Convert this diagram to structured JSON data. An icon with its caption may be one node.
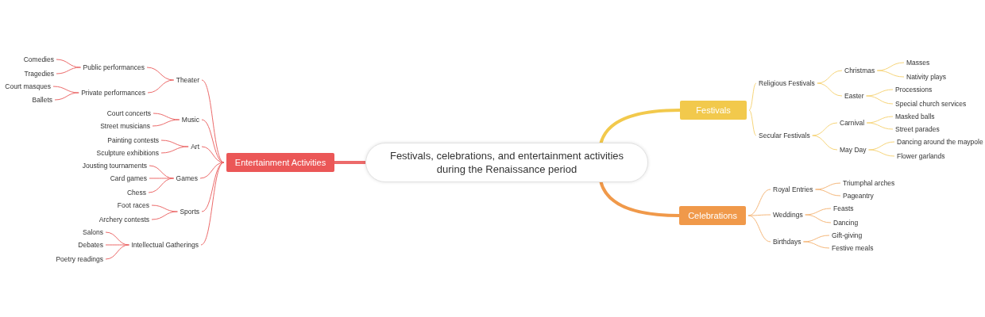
{
  "diagram": {
    "nodes": [
      {
        "text": [
          "Festivals, celebrations, and entertainment activities during the Renaissance period"
        ]
      },
      {
        "text": [
          "Festivals"
        ]
      },
      {
        "text": [
          "Religious Festivals"
        ]
      },
      {
        "text": [
          "Christmas"
        ]
      },
      {
        "text": [
          "Masses"
        ]
      },
      {
        "text": [
          "Nativity plays"
        ]
      },
      {
        "text": [
          "Easter"
        ]
      },
      {
        "text": [
          "Processions"
        ]
      },
      {
        "text": [
          "Special church services"
        ]
      },
      {
        "text": [
          "Secular Festivals"
        ]
      },
      {
        "text": [
          "Carnival"
        ]
      },
      {
        "text": [
          "Masked balls"
        ]
      },
      {
        "text": [
          "Street parades"
        ]
      },
      {
        "text": [
          "May Day"
        ]
      },
      {
        "text": [
          "Dancing around the maypole"
        ]
      },
      {
        "text": [
          "Flower garlands"
        ]
      },
      {
        "text": [
          "Celebrations"
        ]
      },
      {
        "text": [
          "Royal Entries"
        ]
      },
      {
        "text": [
          "Triumphal arches"
        ]
      },
      {
        "text": [
          "Pageantry"
        ]
      },
      {
        "text": [
          "Weddings"
        ]
      },
      {
        "text": [
          "Feasts"
        ]
      },
      {
        "text": [
          "Dancing"
        ]
      },
      {
        "text": [
          "Birthdays"
        ]
      },
      {
        "text": [
          "Gift-giving"
        ]
      },
      {
        "text": [
          "Festive meals"
        ]
      },
      {
        "text": [
          "Entertainment Activities"
        ]
      },
      {
        "text": [
          "Theater"
        ]
      },
      {
        "text": [
          "Public performances"
        ]
      },
      {
        "text": [
          "Comedies"
        ]
      },
      {
        "text": [
          "Tragedies"
        ]
      },
      {
        "text": [
          "Private performances"
        ]
      },
      {
        "text": [
          "Court masques"
        ]
      },
      {
        "text": [
          "Ballets"
        ]
      },
      {
        "text": [
          "Music"
        ]
      },
      {
        "text": [
          "Court concerts"
        ]
      },
      {
        "text": [
          "Street musicians"
        ]
      },
      {
        "text": [
          "Art"
        ]
      },
      {
        "text": [
          "Painting contests"
        ]
      },
      {
        "text": [
          "Sculpture exhibitions"
        ]
      },
      {
        "text": [
          "Games"
        ]
      },
      {
        "text": [
          "Jousting tournaments"
        ]
      },
      {
        "text": [
          "Card games"
        ]
      },
      {
        "text": [
          "Chess"
        ]
      },
      {
        "text": [
          "Sports"
        ]
      },
      {
        "text": [
          "Foot races"
        ]
      },
      {
        "text": [
          "Archery contests"
        ]
      },
      {
        "text": [
          "Intellectual Gatherings"
        ]
      },
      {
        "text": [
          "Salons"
        ]
      },
      {
        "text": [
          "Debates"
        ]
      },
      {
        "text": [
          "Poetry readings"
        ]
      }
    ],
    "edges": [
      {
        "from": 0,
        "to": 1,
        "arrow": "none",
        "style": "thick",
        "color": "#f2c94c"
      },
      {
        "from": 1,
        "to": 2,
        "arrow": "none",
        "color": "#f7d57a"
      },
      {
        "from": 2,
        "to": 3,
        "arrow": "none",
        "color": "#f7d57a"
      },
      {
        "from": 3,
        "to": 4,
        "arrow": "none",
        "color": "#f7d57a"
      },
      {
        "from": 3,
        "to": 5,
        "arrow": "none",
        "color": "#f7d57a"
      },
      {
        "from": 2,
        "to": 6,
        "arrow": "none",
        "color": "#f7d57a"
      },
      {
        "from": 6,
        "to": 7,
        "arrow": "none",
        "color": "#f7d57a"
      },
      {
        "from": 6,
        "to": 8,
        "arrow": "none",
        "color": "#f7d57a"
      },
      {
        "from": 1,
        "to": 9,
        "arrow": "none",
        "color": "#f7d57a"
      },
      {
        "from": 9,
        "to": 10,
        "arrow": "none",
        "color": "#f7d57a"
      },
      {
        "from": 10,
        "to": 11,
        "arrow": "none",
        "color": "#f7d57a"
      },
      {
        "from": 10,
        "to": 12,
        "arrow": "none",
        "color": "#f7d57a"
      },
      {
        "from": 9,
        "to": 13,
        "arrow": "none",
        "color": "#f7d57a"
      },
      {
        "from": 13,
        "to": 14,
        "arrow": "none",
        "color": "#f7d57a"
      },
      {
        "from": 13,
        "to": 15,
        "arrow": "none",
        "color": "#f7d57a"
      },
      {
        "from": 0,
        "to": 16,
        "arrow": "none",
        "style": "thick",
        "color": "#f0994a"
      },
      {
        "from": 16,
        "to": 17,
        "arrow": "none",
        "color": "#f5b77a"
      },
      {
        "from": 17,
        "to": 18,
        "arrow": "none",
        "color": "#f5b77a"
      },
      {
        "from": 17,
        "to": 19,
        "arrow": "none",
        "color": "#f5b77a"
      },
      {
        "from": 16,
        "to": 20,
        "arrow": "none",
        "color": "#f5b77a"
      },
      {
        "from": 20,
        "to": 21,
        "arrow": "none",
        "color": "#f5b77a"
      },
      {
        "from": 20,
        "to": 22,
        "arrow": "none",
        "color": "#f5b77a"
      },
      {
        "from": 16,
        "to": 23,
        "arrow": "none",
        "color": "#f5b77a"
      },
      {
        "from": 23,
        "to": 24,
        "arrow": "none",
        "color": "#f5b77a"
      },
      {
        "from": 23,
        "to": 25,
        "arrow": "none",
        "color": "#f5b77a"
      },
      {
        "from": 0,
        "to": 26,
        "arrow": "none",
        "style": "thick"
      },
      {
        "from": 26,
        "to": 27,
        "arrow": "none"
      },
      {
        "from": 27,
        "to": 28,
        "arrow": "none"
      },
      {
        "from": 28,
        "to": 29,
        "arrow": "none"
      },
      {
        "from": 28,
        "to": 30,
        "arrow": "none"
      },
      {
        "from": 27,
        "to": 31,
        "arrow": "none"
      },
      {
        "from": 31,
        "to": 32,
        "arrow": "none"
      },
      {
        "from": 31,
        "to": 33,
        "arrow": "none"
      },
      {
        "from": 26,
        "to": 34,
        "arrow": "none"
      },
      {
        "from": 34,
        "to": 35,
        "arrow": "none"
      },
      {
        "from": 34,
        "to": 36,
        "arrow": "none"
      },
      {
        "from": 26,
        "to": 37,
        "arrow": "none"
      },
      {
        "from": 37,
        "to": 38,
        "arrow": "none"
      },
      {
        "from": 37,
        "to": 39,
        "arrow": "none"
      },
      {
        "from": 26,
        "to": 40,
        "arrow": "none"
      },
      {
        "from": 40,
        "to": 41,
        "arrow": "none"
      },
      {
        "from": 40,
        "to": 42,
        "arrow": "none"
      },
      {
        "from": 40,
        "to": 43,
        "arrow": "none"
      },
      {
        "from": 26,
        "to": 44,
        "arrow": "none"
      },
      {
        "from": 44,
        "to": 45,
        "arrow": "none"
      },
      {
        "from": 44,
        "to": 46,
        "arrow": "none"
      },
      {
        "from": 26,
        "to": 47,
        "arrow": "none"
      },
      {
        "from": 47,
        "to": 48,
        "arrow": "none"
      },
      {
        "from": 47,
        "to": 49,
        "arrow": "none"
      },
      {
        "from": 47,
        "to": 50,
        "arrow": "none"
      }
    ]
  }
}
